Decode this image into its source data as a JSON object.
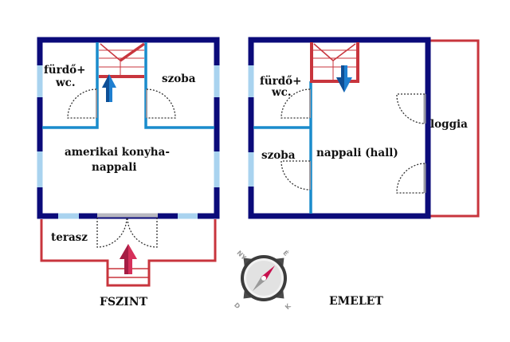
{
  "colors": {
    "outer_wall": "#0b0b7a",
    "inner_wall": "#1a8ccc",
    "terrace_outline": "#c8353d",
    "stair": "#c8353d",
    "window_fill": "#a9d3ef",
    "door_leaf": "#9a9aa2",
    "arrow_up": "#d6305a",
    "arrow_blue": "#1f7fd0",
    "compass_needle": "#c8104e"
  },
  "ground_floor": {
    "title": "FSZINT",
    "rooms": {
      "bathroom_line1": "fürdő+",
      "bathroom_line2": "wc.",
      "room": "szoba",
      "kitchen_line1": "amerikai konyha-",
      "kitchen_line2": "nappali",
      "terrace": "terasz"
    },
    "stair_direction": "up"
  },
  "upper_floor": {
    "title": "EMELET",
    "rooms": {
      "bathroom_line1": "fürdő+",
      "bathroom_line2": "wc.",
      "room": "szoba",
      "living": "nappali (hall)",
      "loggia": "loggia"
    },
    "stair_direction": "down"
  },
  "compass": {
    "letters": {
      "north_west": "NY",
      "north_east": "É",
      "south_east": "K",
      "south_west": "D"
    }
  }
}
